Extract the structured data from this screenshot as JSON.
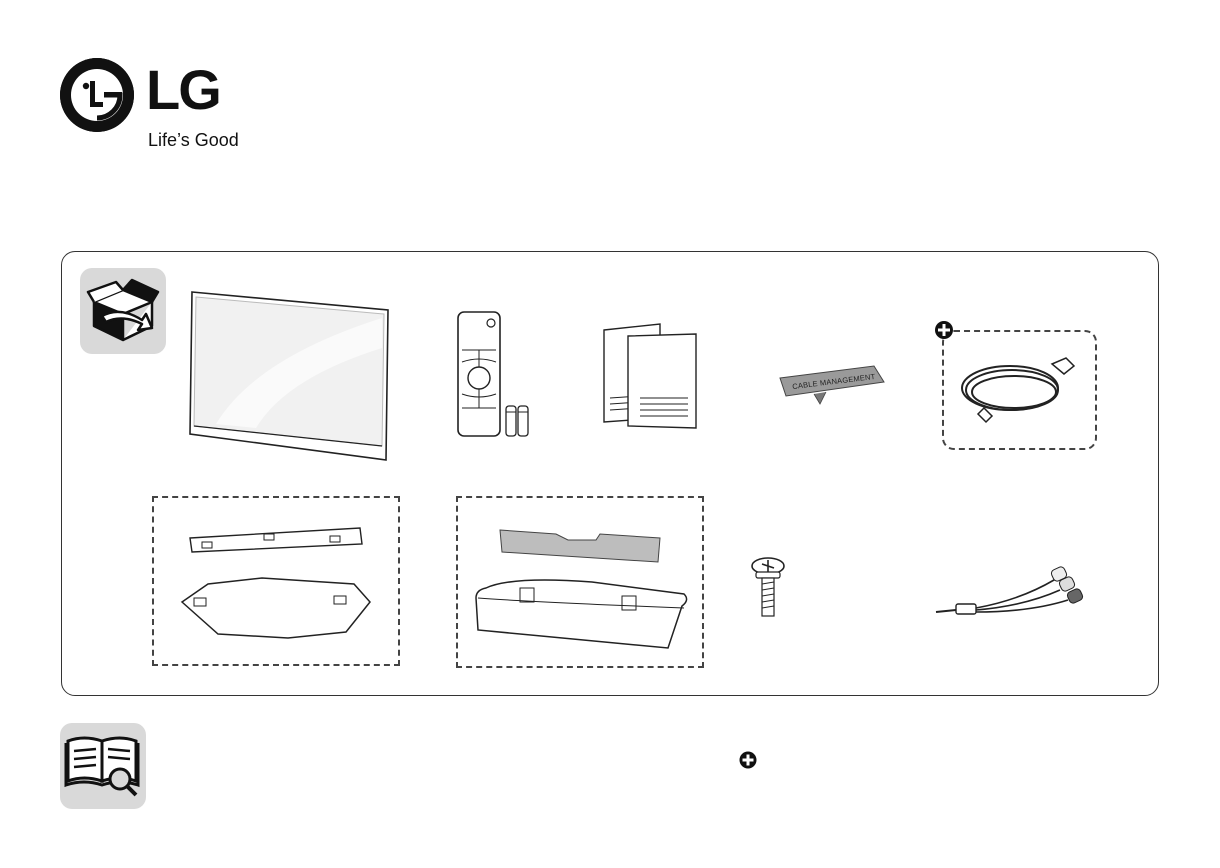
{
  "brand": {
    "wordmark": "LG",
    "tagline": "Life’s Good"
  },
  "components": {
    "cable_management_label": "CABLE MANAGEMENT"
  },
  "icons": {
    "box": "open-box-icon",
    "manual": "book-magnifier-icon",
    "optional": "plus-circle-icon"
  },
  "colors": {
    "tile": "#d9d9d9",
    "ink": "#222222"
  }
}
